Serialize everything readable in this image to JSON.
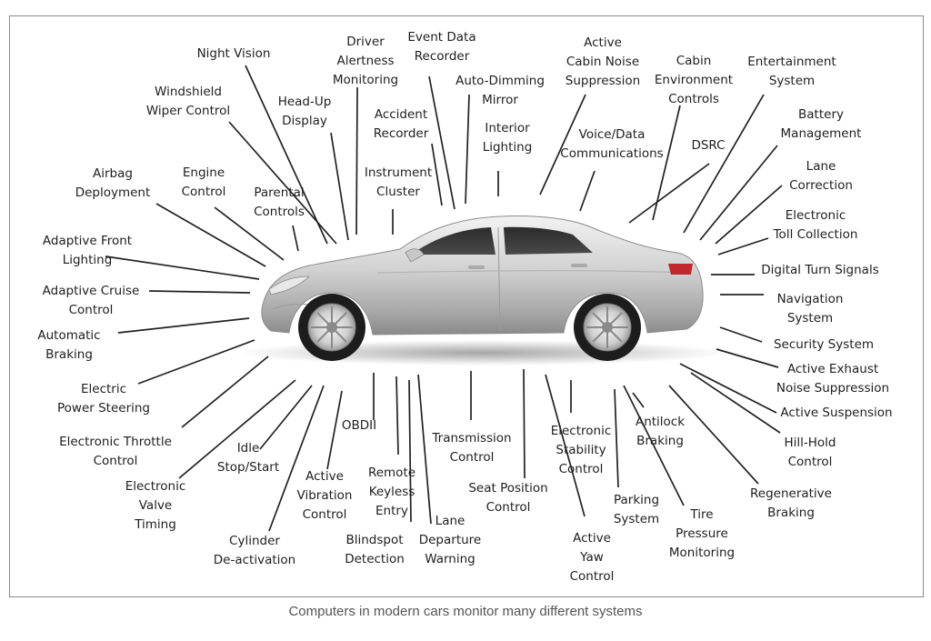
{
  "caption": "Computers in modern cars monitor many different systems",
  "labels": [
    {
      "id": "night-vision",
      "lines": [
        "Night Vision"
      ]
    },
    {
      "id": "driver-alertness-monitoring",
      "lines": [
        "Driver",
        "Alertness",
        "Monitoring"
      ]
    },
    {
      "id": "event-data-recorder",
      "lines": [
        "Event Data",
        "Recorder"
      ]
    },
    {
      "id": "active-cabin-noise-suppression",
      "lines": [
        "Active",
        "Cabin Noise",
        "Suppression"
      ]
    },
    {
      "id": "cabin-environment-controls",
      "lines": [
        "Cabin",
        "Environment",
        "Controls"
      ]
    },
    {
      "id": "entertainment-system",
      "lines": [
        "Entertainment",
        "System"
      ]
    },
    {
      "id": "windshield-wiper-control",
      "lines": [
        "Windshield",
        "Wiper Control"
      ]
    },
    {
      "id": "head-up-display",
      "lines": [
        "Head-Up",
        "Display"
      ]
    },
    {
      "id": "auto-dimming-mirror",
      "lines": [
        "Auto-Dimming",
        "Mirror"
      ]
    },
    {
      "id": "accident-recorder",
      "lines": [
        "Accident",
        "Recorder"
      ]
    },
    {
      "id": "interior-lighting",
      "lines": [
        "Interior",
        "Lighting"
      ]
    },
    {
      "id": "voice-data-communications",
      "lines": [
        "Voice/Data",
        "Communications"
      ]
    },
    {
      "id": "dsrc",
      "lines": [
        "DSRC"
      ]
    },
    {
      "id": "battery-management",
      "lines": [
        "Battery",
        "Management"
      ]
    },
    {
      "id": "airbag-deployment",
      "lines": [
        "Airbag",
        "Deployment"
      ]
    },
    {
      "id": "engine-control",
      "lines": [
        "Engine",
        "Control"
      ]
    },
    {
      "id": "parental-controls",
      "lines": [
        "Parental",
        "Controls"
      ]
    },
    {
      "id": "instrument-cluster",
      "lines": [
        "Instrument",
        "Cluster"
      ]
    },
    {
      "id": "lane-correction",
      "lines": [
        "Lane",
        "Correction"
      ]
    },
    {
      "id": "electronic-toll-collection",
      "lines": [
        "Electronic",
        "Toll Collection"
      ]
    },
    {
      "id": "adaptive-front-lighting",
      "lines": [
        "Adaptive Front",
        "Lighting"
      ]
    },
    {
      "id": "digital-turn-signals",
      "lines": [
        "Digital Turn Signals"
      ]
    },
    {
      "id": "adaptive-cruise-control",
      "lines": [
        "Adaptive Cruise",
        "Control"
      ]
    },
    {
      "id": "navigation-system",
      "lines": [
        "Navigation",
        "System"
      ]
    },
    {
      "id": "automatic-braking",
      "lines": [
        "Automatic",
        "Braking"
      ]
    },
    {
      "id": "security-system",
      "lines": [
        "Security System"
      ]
    },
    {
      "id": "active-exhaust-noise-suppression",
      "lines": [
        "Active Exhaust",
        "Noise Suppression"
      ]
    },
    {
      "id": "electric-power-steering",
      "lines": [
        "Electric",
        "Power Steering"
      ]
    },
    {
      "id": "active-suspension",
      "lines": [
        "Active Suspension"
      ]
    },
    {
      "id": "electronic-throttle-control",
      "lines": [
        "Electronic Throttle",
        "Control"
      ]
    },
    {
      "id": "hill-hold-control",
      "lines": [
        "Hill-Hold",
        "Control"
      ]
    },
    {
      "id": "idle-stop-start",
      "lines": [
        "Idle",
        "Stop/Start"
      ]
    },
    {
      "id": "obdii",
      "lines": [
        "OBDII"
      ]
    },
    {
      "id": "transmission-control",
      "lines": [
        "Transmission",
        "Control"
      ]
    },
    {
      "id": "electronic-stability-control",
      "lines": [
        "Electronic",
        "Stability",
        "Control"
      ]
    },
    {
      "id": "antilock-braking",
      "lines": [
        "Antilock",
        "Braking"
      ]
    },
    {
      "id": "regenerative-braking",
      "lines": [
        "Regenerative",
        "Braking"
      ]
    },
    {
      "id": "electronic-valve-timing",
      "lines": [
        "Electronic",
        "Valve",
        "Timing"
      ]
    },
    {
      "id": "active-vibration-control",
      "lines": [
        "Active",
        "Vibration",
        "Control"
      ]
    },
    {
      "id": "remote-keyless-entry",
      "lines": [
        "Remote",
        "Keyless",
        "Entry"
      ]
    },
    {
      "id": "seat-position-control",
      "lines": [
        "Seat Position",
        "Control"
      ]
    },
    {
      "id": "parking-system",
      "lines": [
        "Parking",
        "System"
      ]
    },
    {
      "id": "tire-pressure-monitoring",
      "lines": [
        "Tire",
        "Pressure",
        "Monitoring"
      ]
    },
    {
      "id": "cylinder-de-activation",
      "lines": [
        "Cylinder",
        "De-activation"
      ]
    },
    {
      "id": "blindspot-detection",
      "lines": [
        "Blindspot",
        "Detection"
      ]
    },
    {
      "id": "lane-departure-warning",
      "lines": [
        "Lane",
        "Departure",
        "Warning"
      ]
    },
    {
      "id": "active-yaw-control",
      "lines": [
        "Active",
        "Yaw",
        "Control"
      ]
    }
  ]
}
